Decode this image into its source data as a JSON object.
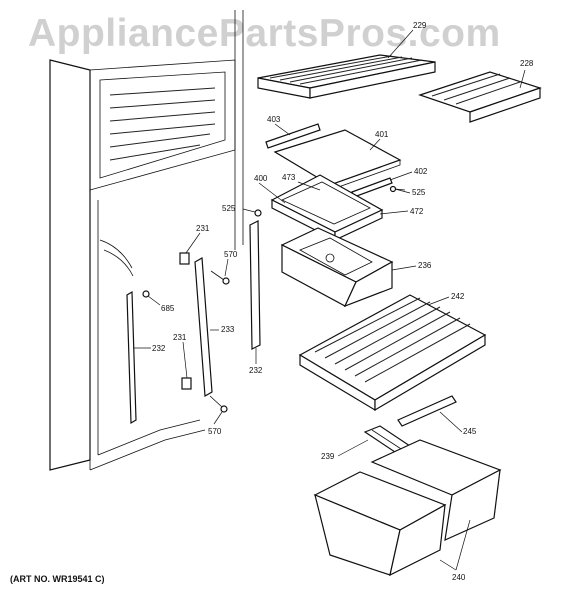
{
  "watermark": "AppliancePartsPros.com",
  "art_number": "(ART NO. WR19541 C)",
  "part_labels": {
    "p229": "229",
    "p228": "228",
    "p403": "403",
    "p401": "401",
    "p402": "402",
    "p400": "400",
    "p473": "473",
    "p525a": "525",
    "p525b": "525",
    "p472": "472",
    "p231a": "231",
    "p570a": "570",
    "p236": "236",
    "p685": "685",
    "p242": "242",
    "p233": "233",
    "p231b": "231",
    "p232a": "232",
    "p232b": "232",
    "p570b": "570",
    "p245": "245",
    "p239": "239",
    "p240": "240"
  }
}
